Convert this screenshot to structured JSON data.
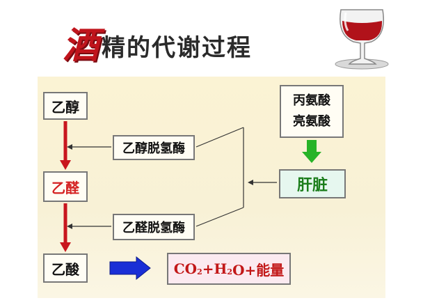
{
  "title": {
    "first_char": "酒",
    "rest": "精的代谢过程"
  },
  "boxes": {
    "ethanol": "乙醇",
    "acetaldehyde": "乙醛",
    "acetic_acid": "乙酸",
    "adh": "乙醇脱氢酶",
    "aldh": "乙醛脱氢酶",
    "amino_1": "丙氨酸",
    "amino_2": "亮氨酸",
    "liver": "肝脏",
    "result": {
      "co": "CO",
      "sub2a": "2",
      "plus1": "+H",
      "sub2b": "2",
      "rest": "O+能量"
    }
  },
  "colors": {
    "arrow_red": "#c8161e",
    "arrow_green": "#27b327",
    "arrow_blue": "#1a2fd6",
    "panel": "#f8f1d6"
  },
  "icons": {
    "wine_glass": "wine-glass-icon"
  }
}
